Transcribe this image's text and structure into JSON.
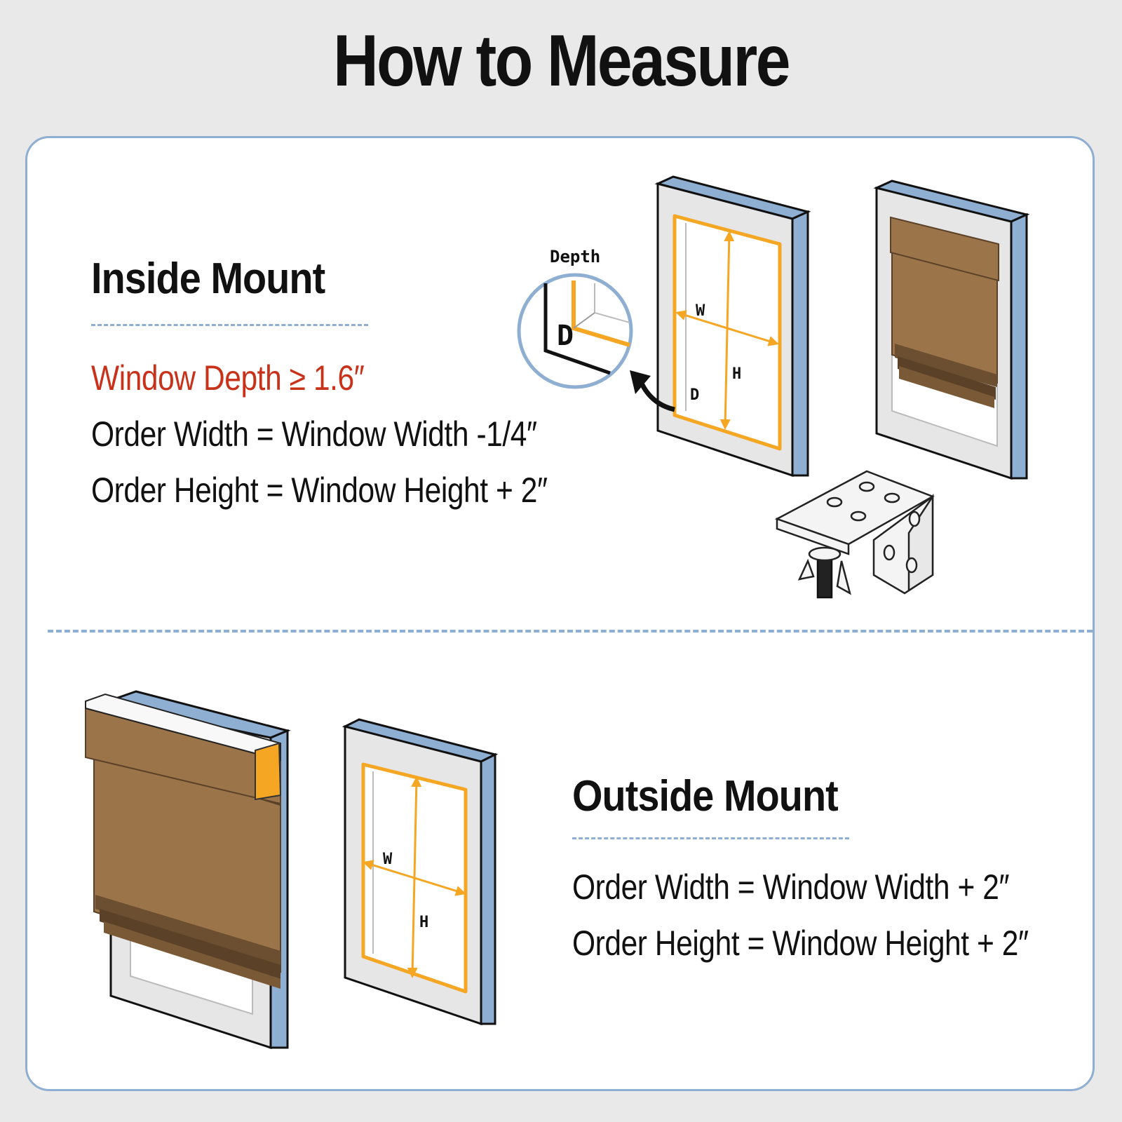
{
  "title": "How to Measure",
  "inside": {
    "heading": "Inside Mount",
    "depth_rule": "Window Depth ≥ 1.6″",
    "width_rule": "Order Width = Window Width -1/4″",
    "height_rule": "Order Height = Window Height + 2″",
    "depth_caption": "Depth",
    "depth_letter": "D",
    "w_label": "W",
    "h_label": "H",
    "d_label": "D"
  },
  "outside": {
    "heading": "Outside Mount",
    "width_rule": "Order Width = Window Width + 2″",
    "height_rule": "Order Height = Window Height + 2″",
    "w_label": "W",
    "h_label": "H"
  },
  "colors": {
    "background": "#e9e9e9",
    "card": "#ffffff",
    "frame_blue": "#8eaed2",
    "measure_orange": "#f5a623",
    "shade_brown": "#9b7449",
    "accent_red": "#c8321a"
  }
}
